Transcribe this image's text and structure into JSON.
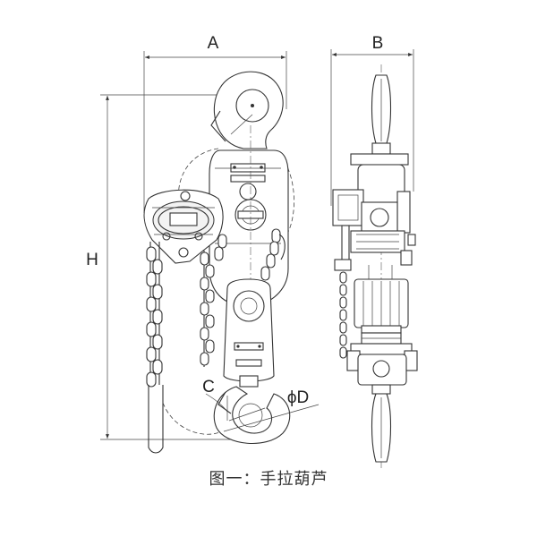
{
  "labels": {
    "a": "A",
    "b": "B",
    "h": "H",
    "c": "C",
    "d": "ϕD"
  },
  "caption": "图一：手拉葫芦"
}
